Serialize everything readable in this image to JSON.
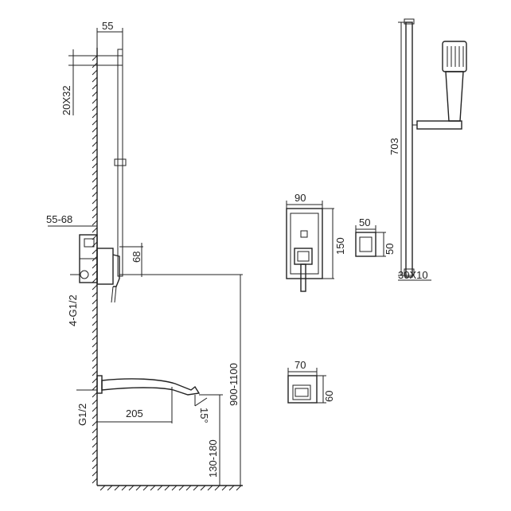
{
  "dimensions": {
    "wall_depth": "55",
    "bracket": "20X32",
    "valve_depth": "55-68",
    "connection": "4-G1/2",
    "handle_offset": "68",
    "valve_height": "900-1100",
    "spout_thread": "G1/2",
    "spout_length": "205",
    "spout_angle": "15°",
    "spout_height": "130-180",
    "plate_width": "90",
    "plate_height": "150",
    "outlet_width": "50",
    "outlet_height": "50",
    "spout_plate_width": "70",
    "spout_plate_height": "60",
    "rail_length": "703",
    "rail_section": "30X10"
  }
}
